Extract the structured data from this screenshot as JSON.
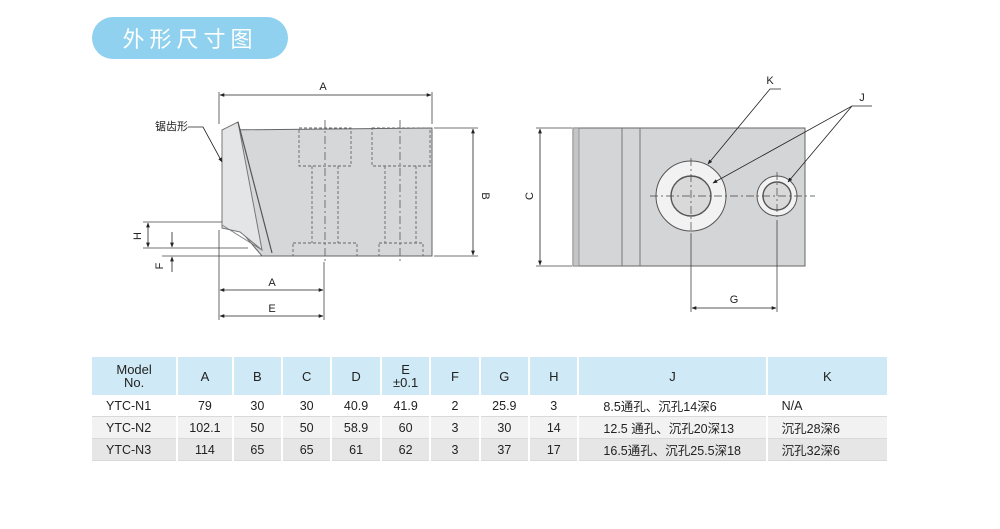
{
  "title": "外形尺寸图",
  "drawing_labels": {
    "serration": "锯齿形",
    "A": "A",
    "B": "B",
    "C": "C",
    "E": "E",
    "F": "F",
    "G": "G",
    "H": "H",
    "J": "J",
    "K": "K"
  },
  "table": {
    "headers": [
      {
        "line1": "Model",
        "line2": "No."
      },
      {
        "line1": "A",
        "line2": ""
      },
      {
        "line1": "B",
        "line2": ""
      },
      {
        "line1": "C",
        "line2": ""
      },
      {
        "line1": "D",
        "line2": ""
      },
      {
        "line1": "E",
        "line2": "±0.1"
      },
      {
        "line1": "F",
        "line2": ""
      },
      {
        "line1": "G",
        "line2": ""
      },
      {
        "line1": "H",
        "line2": ""
      },
      {
        "line1": "J",
        "line2": ""
      },
      {
        "line1": "K",
        "line2": ""
      }
    ],
    "rows": [
      [
        "YTC-N1",
        "79",
        "30",
        "30",
        "40.9",
        "41.9",
        "2",
        "25.9",
        "3",
        "8.5通孔、沉孔14深6",
        "N/A"
      ],
      [
        "YTC-N2",
        "102.1",
        "50",
        "50",
        "58.9",
        "60",
        "3",
        "30",
        "14",
        "12.5 通孔、沉孔20深13",
        "沉孔28深6"
      ],
      [
        "YTC-N3",
        "114",
        "65",
        "65",
        "61",
        "62",
        "3",
        "37",
        "17",
        "16.5通孔、沉孔25.5深18",
        "沉孔32深6"
      ]
    ]
  }
}
